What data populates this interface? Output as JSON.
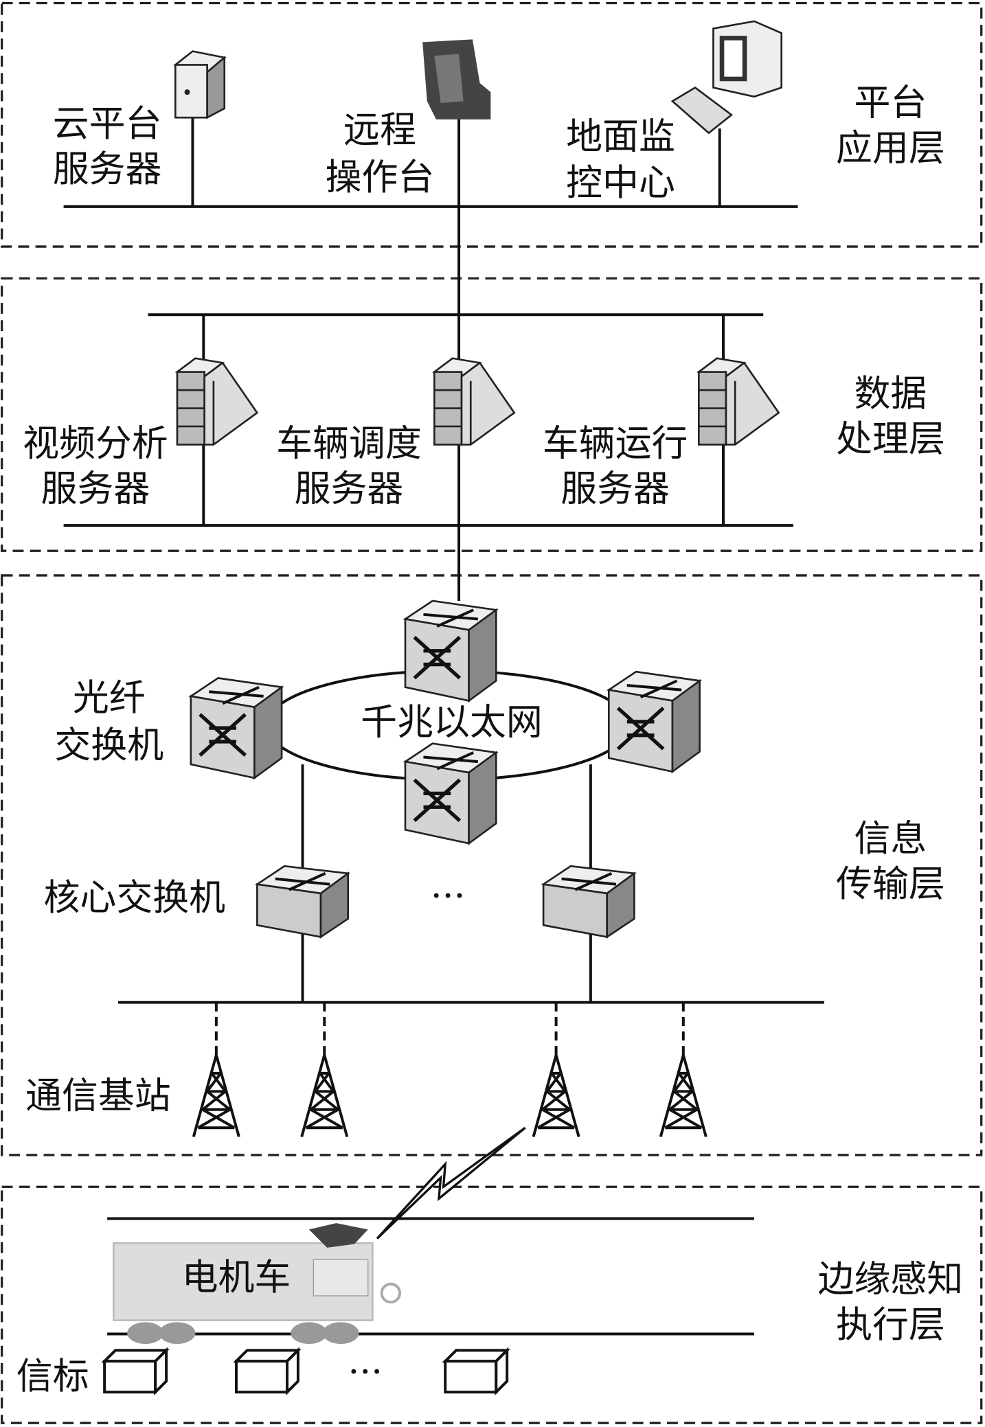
{
  "layers": [
    {
      "line1": "平台",
      "line2": "应用层"
    },
    {
      "line1": "数据",
      "line2": "处理层"
    },
    {
      "line1": "信息",
      "line2": "传输层"
    },
    {
      "line1": "边缘感知",
      "line2": "执行层"
    }
  ],
  "platform": {
    "cloud": {
      "line1": "云平台",
      "line2": "服务器"
    },
    "remote": {
      "line1": "远程",
      "line2": "操作台"
    },
    "ground": {
      "line1": "地面监",
      "line2": "控中心"
    }
  },
  "processing": {
    "video": {
      "line1": "视频分析",
      "line2": "服务器"
    },
    "dispatch": {
      "line1": "车辆调度",
      "line2": "服务器"
    },
    "operation": {
      "line1": "车辆运行",
      "line2": "服务器"
    }
  },
  "transport": {
    "ring_label": "千兆以太网",
    "fiber_switch": {
      "line1": "光纤",
      "line2": "交换机"
    },
    "core_switch": "核心交换机",
    "ellipsis": "···",
    "base_station": "通信基站"
  },
  "edge": {
    "locomotive": "电机车",
    "beacon": "信标",
    "ellipsis": "···"
  }
}
